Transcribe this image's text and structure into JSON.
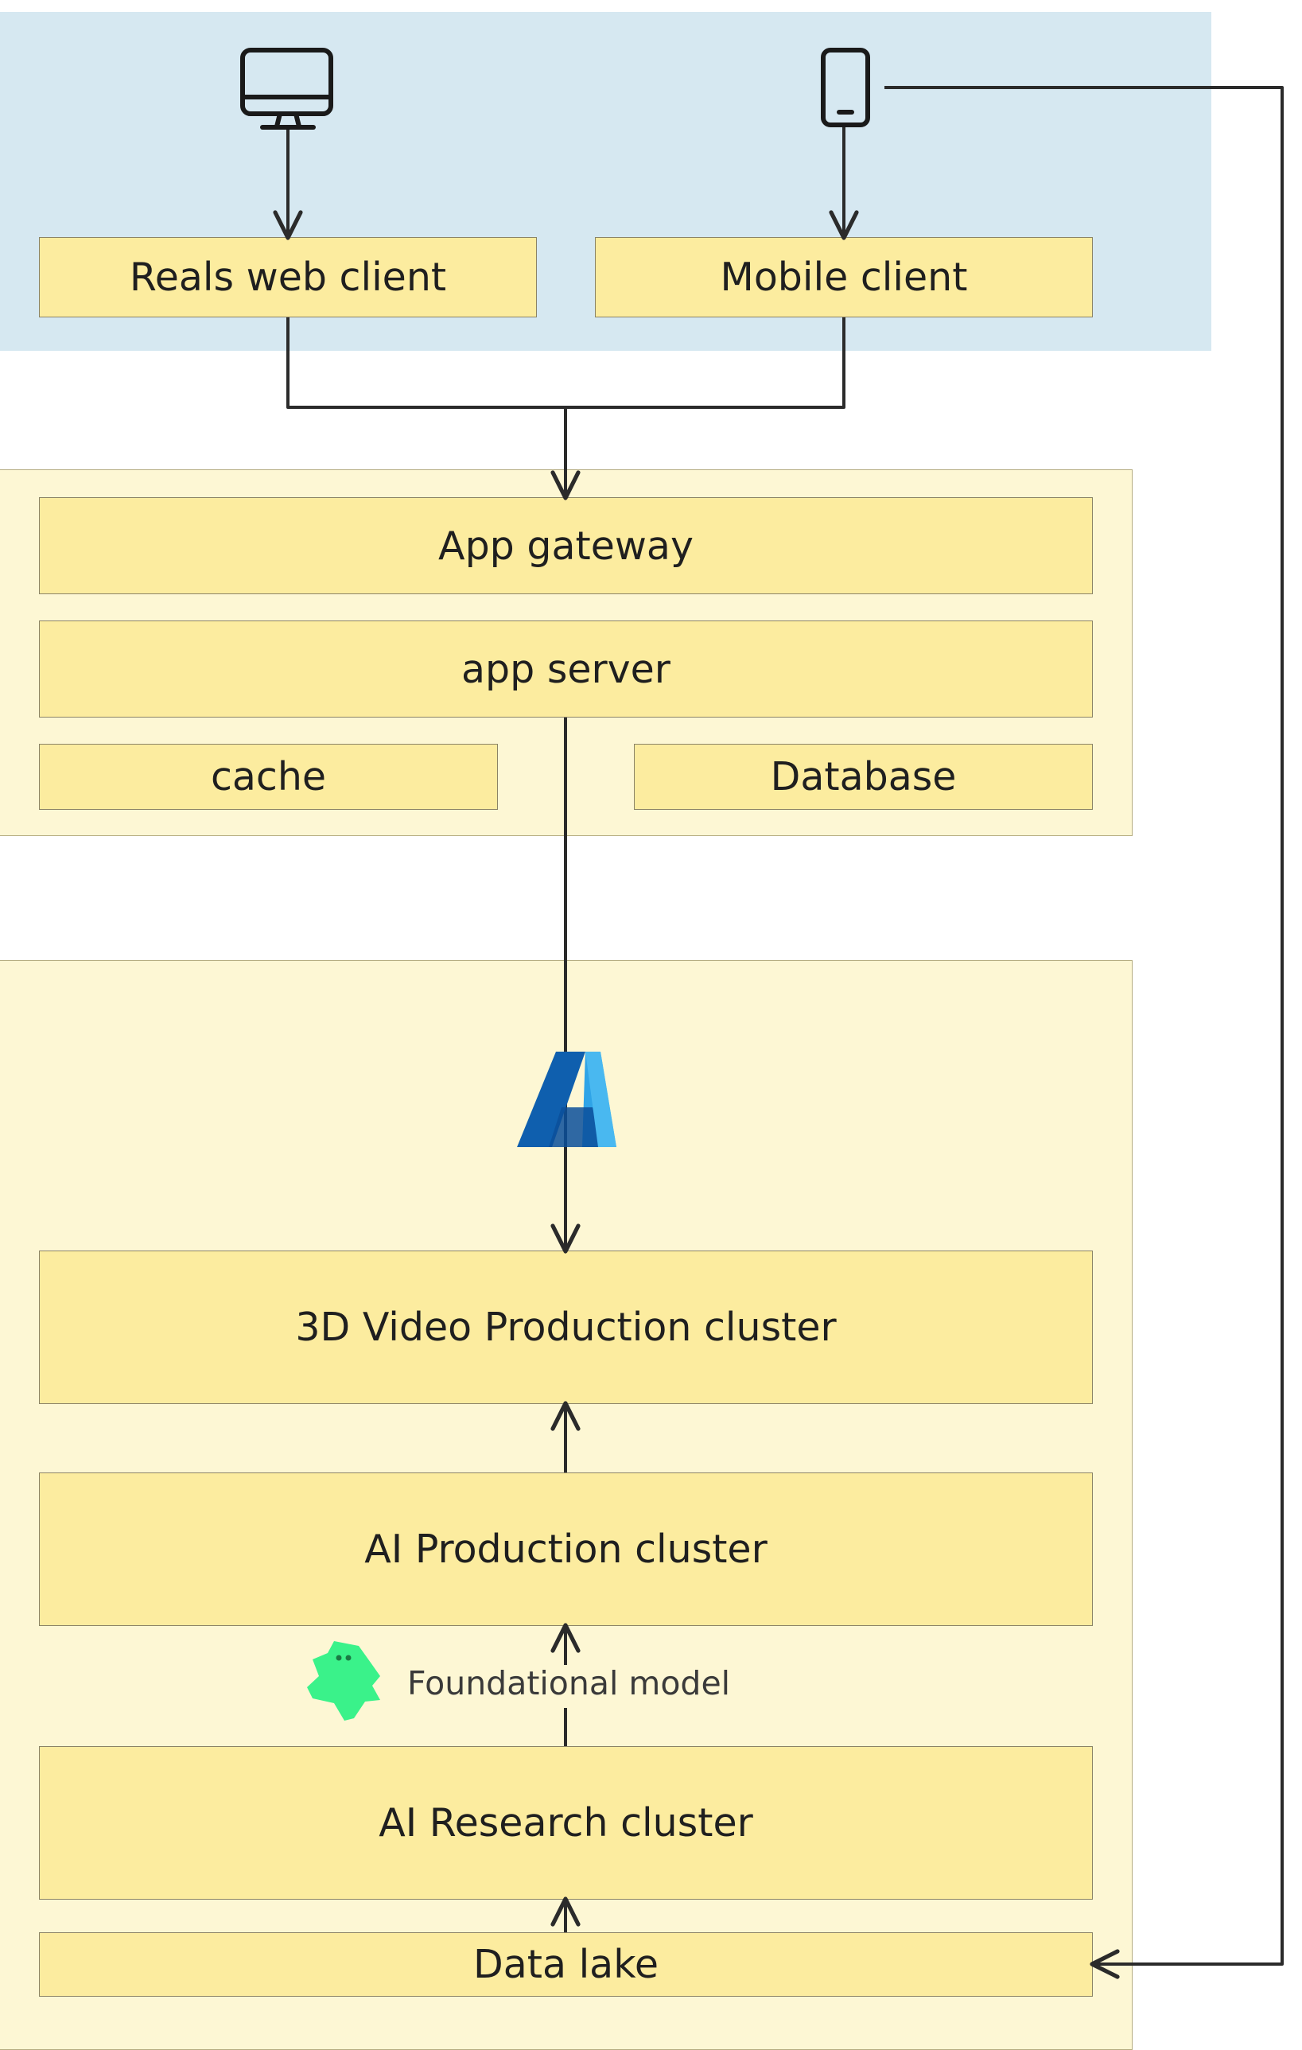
{
  "nodes": {
    "web_client": "Reals web client",
    "mobile_client": "Mobile client",
    "app_gateway": "App gateway",
    "app_server": "app server",
    "cache": "cache",
    "database": "Database",
    "video_cluster": "3D Video Production cluster",
    "ai_production": "AI Production cluster",
    "ai_research": "AI Research cluster",
    "data_lake": "Data lake"
  },
  "edge_labels": {
    "foundational_model": "Foundational model"
  },
  "icons": {
    "desktop": "desktop-monitor-icon",
    "mobile": "mobile-phone-icon",
    "azure": "azure-logo-icon",
    "model": "green-star-character-icon"
  },
  "colors": {
    "clients_zone": "#d6e8f1",
    "zone_fill": "#fdf7d4",
    "node_fill": "#fcec9f",
    "edge": "#2b2b2b",
    "azure_blue": "#0f6cbd",
    "model_green": "#3af28a"
  }
}
